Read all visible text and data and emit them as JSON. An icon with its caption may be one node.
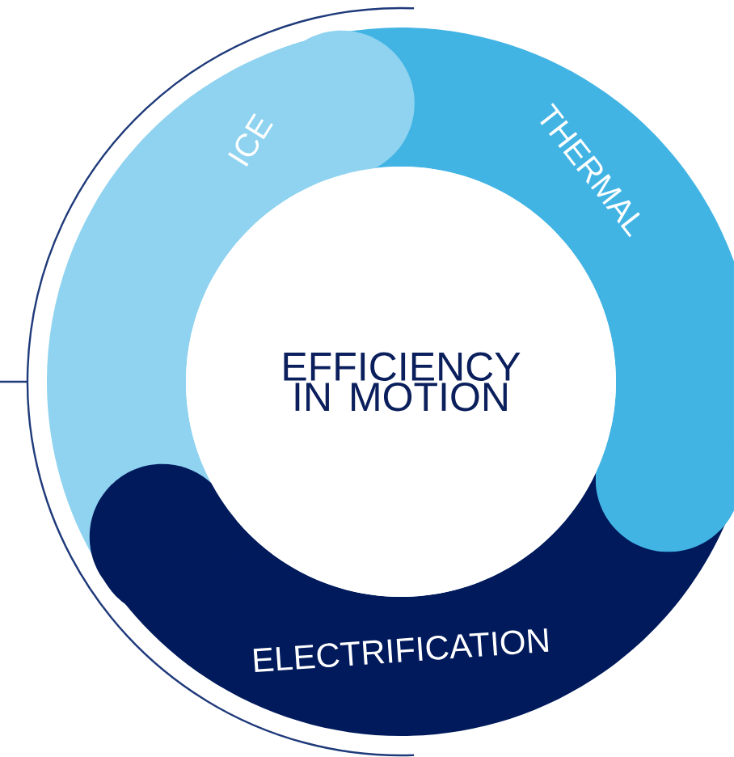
{
  "diagram": {
    "nodes": [
      {
        "text": [
          "EFFICIENCY IN MOTION"
        ]
      },
      {
        "text": [
          "ICE"
        ]
      },
      {
        "text": [
          "THERMAL"
        ]
      },
      {
        "text": [
          "ELECTRIFICATION"
        ]
      }
    ],
    "edges": []
  }
}
